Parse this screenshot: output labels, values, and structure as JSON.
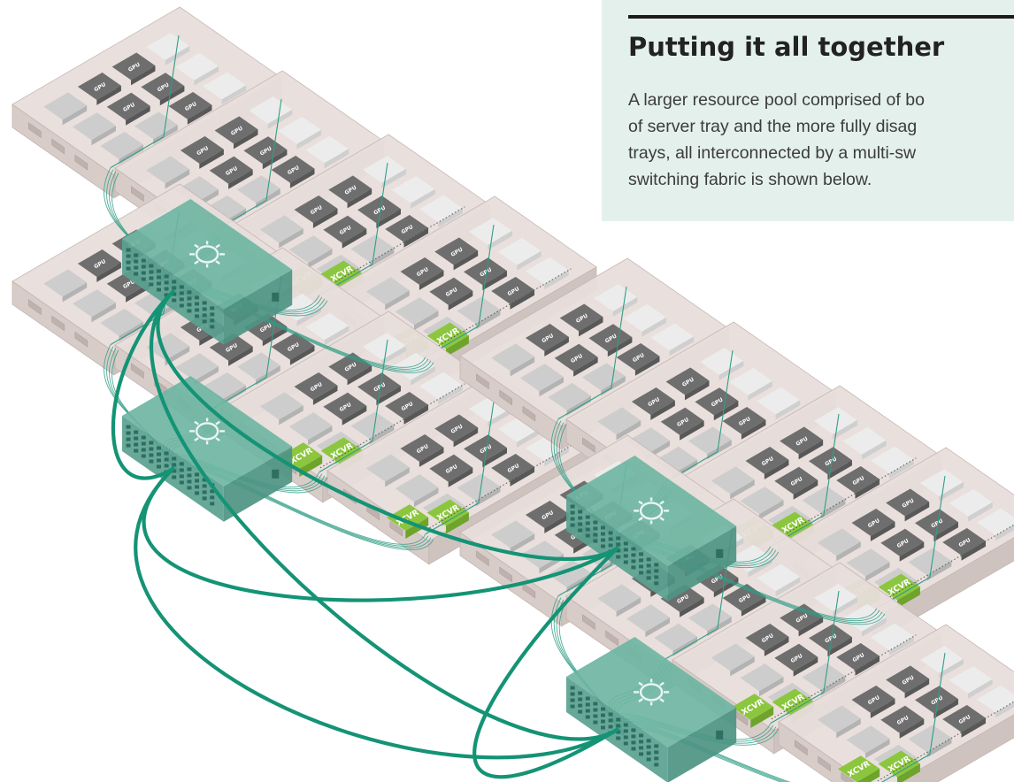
{
  "card": {
    "title": "Putting it all together",
    "body": "A larger resource pool comprised of bo\nof server tray and the more fully disag\ntrays, all interconnected by a multi-sw\nswitching fabric is shown below."
  },
  "diagram": {
    "transceiver_label": "XCVR",
    "gpu_label": "GPU",
    "colors": {
      "tray_top": "#e8dedb",
      "tray_left": "#d8ccc8",
      "tray_front": "#cfc3bf",
      "tray_outline": "#c4b6b2",
      "chip_dark": "#6e6e6e",
      "chip_dark_side": "#585858",
      "chip_light": "#cdcdcd",
      "chip_white": "#ececec",
      "xcvr": "#8cc63f",
      "xcvr_side": "#6ea42c",
      "switch_top": "#6fb5a2",
      "switch_left": "#5aa190",
      "switch_front": "#4d9482",
      "cable": "#149375",
      "cable_thin": "#2f9e86",
      "card_bg": "#e4f0ec"
    }
  }
}
